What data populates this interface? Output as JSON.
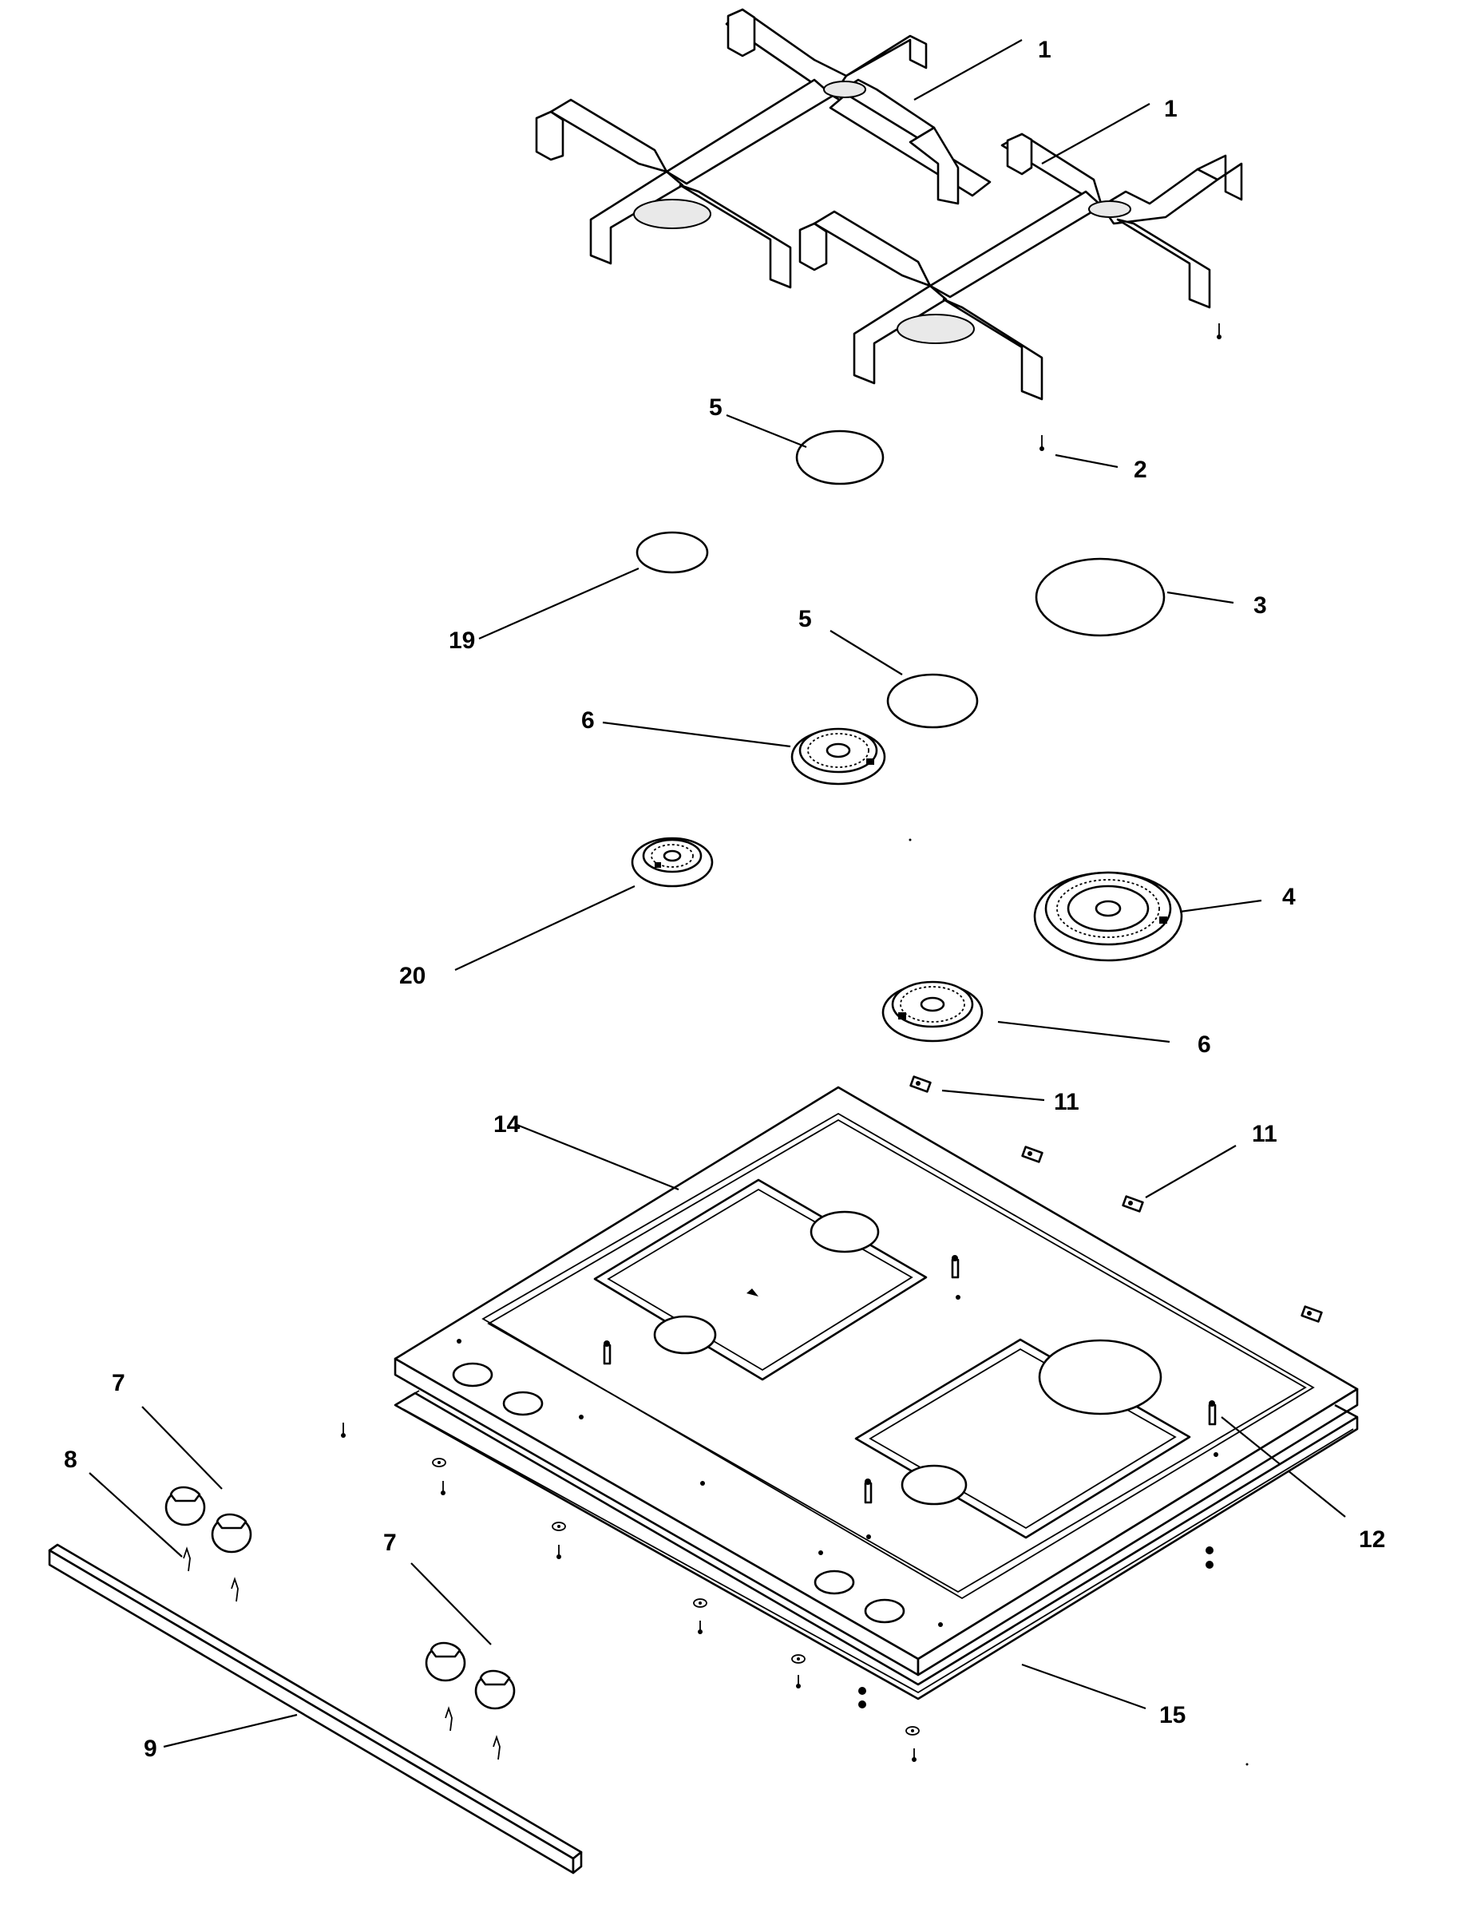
{
  "labels": {
    "grate_a": "1",
    "grate_b": "1",
    "screw_grate": "2",
    "cap_large": "3",
    "burner_large": "4",
    "cap_medium_top": "5",
    "cap_medium_mid": "5",
    "burner_medium_mid": "6",
    "burner_medium_low": "6",
    "knob_left": "7",
    "knob_right": "7",
    "knob_clip": "8",
    "trim_strip": "9",
    "spring_clip_a": "11",
    "spring_clip_b": "11",
    "electrode": "12",
    "cooktop": "14",
    "gasket": "15",
    "cap_small": "19",
    "burner_small": "20"
  }
}
